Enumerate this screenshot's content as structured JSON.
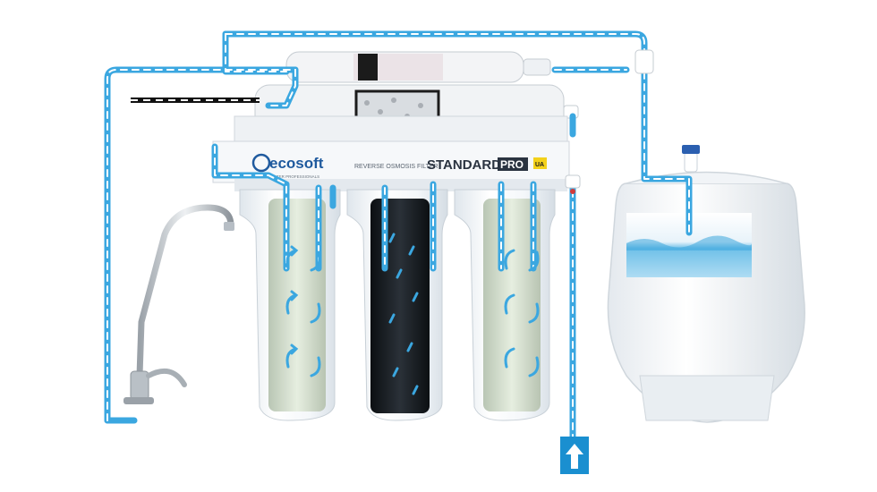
{
  "product": {
    "brand": "ecosoft",
    "brand_tagline": "ONLY WATER PROFESSIONALS",
    "subtitle": "REVERSE OSMOSIS FILTER",
    "model": "STANDARD",
    "model_suffix": "PRO",
    "badge": "UA"
  },
  "colors": {
    "flow": "#3ba7e0",
    "flow_outline": "#2a8fc8",
    "drain": "#111111",
    "arrow_box": "#1a8fd0",
    "housing": "#eef2f6",
    "carbon": "#15191e"
  },
  "icons": {
    "inlet": "up-arrow-icon",
    "faucet": "faucet-icon",
    "tank": "storage-tank-icon"
  }
}
